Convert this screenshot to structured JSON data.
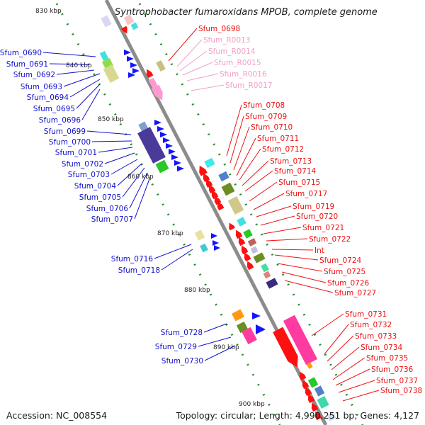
{
  "title": "Syntrophobacter fumaroxidans MPOB, complete genome",
  "footer": {
    "accession": "Accession: NC_008554",
    "topology": "Topology: circular; Length: 4,990,251 bp; Genes: 4,127"
  },
  "colors": {
    "backbone": "#8c8c8c",
    "tick_dots": "#2e8b2e",
    "left_labels": "#1010cc",
    "right_labels": "#ee1111",
    "rna_labels": "#f0a0c8"
  },
  "kbp_markers": [
    "830 kbp",
    "840 kbp",
    "850 kbp",
    "860 kbp",
    "870 kbp",
    "880 kbp",
    "890 kbp",
    "900 kbp"
  ],
  "left_labels": [
    "Sfum_0690",
    "Sfum_0691",
    "Sfum_0692",
    "Sfum_0693",
    "Sfum_0694",
    "Sfum_0695",
    "Sfum_0696",
    "Sfum_0699",
    "Sfum_0700",
    "Sfum_0701",
    "Sfum_0702",
    "Sfum_0703",
    "Sfum_0704",
    "Sfum_0705",
    "Sfum_0706",
    "Sfum_0707",
    "Sfum_0716",
    "Sfum_0718",
    "Sfum_0728",
    "Sfum_0729",
    "Sfum_0730"
  ],
  "right_labels": [
    "Sfum_0698",
    "Sfum_R0013",
    "Sfum_R0014",
    "Sfum_R0015",
    "Sfum_R0016",
    "Sfum_R0017",
    "Sfum_0708",
    "Sfum_0709",
    "Sfum_0710",
    "Sfum_0711",
    "Sfum_0712",
    "Sfum_0713",
    "Sfum_0714",
    "Sfum_0715",
    "Sfum_0717",
    "Sfum_0719",
    "Sfum_0720",
    "Sfum_0721",
    "Sfum_0722",
    "Int",
    "Sfum_0724",
    "Sfum_0725",
    "Sfum_0726",
    "Sfum_0727",
    "Sfum_0731",
    "Sfum_0732",
    "Sfum_0733",
    "Sfum_0734",
    "Sfum_0735",
    "Sfum_0736",
    "Sfum_0737",
    "Sfum_0738"
  ]
}
